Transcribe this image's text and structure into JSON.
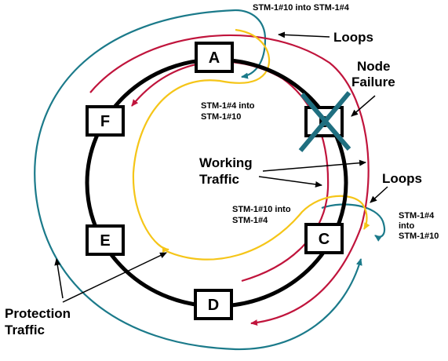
{
  "nodes": [
    {
      "id": "A",
      "label": "A"
    },
    {
      "id": "B",
      "label": "B"
    },
    {
      "id": "C",
      "label": "C"
    },
    {
      "id": "D",
      "label": "D"
    },
    {
      "id": "E",
      "label": "E"
    },
    {
      "id": "F",
      "label": "F"
    }
  ],
  "labels": {
    "top_loop": "STM-1#10 into STM-1#4",
    "loops_top": "Loops",
    "node_failure_1": "Node",
    "node_failure_2": "Failure",
    "stm4_into_1": "STM-1#4 into",
    "stm4_into_2": "STM-1#10",
    "working_1": "Working",
    "working_2": "Traffic",
    "loops_right": "Loops",
    "stm10_into_1": "STM-1#10 into",
    "stm10_into_2": "STM-1#4",
    "right_stm_1": "STM-1#4",
    "right_stm_2": "into",
    "right_stm_3": "STM-1#10",
    "protection_1": "Protection",
    "protection_2": "Traffic"
  },
  "colors": {
    "ring": "#000000",
    "red": "#c0143c",
    "yellow": "#f5c518",
    "teal": "#1b7a8a",
    "failure_x": "#1f6f80"
  }
}
